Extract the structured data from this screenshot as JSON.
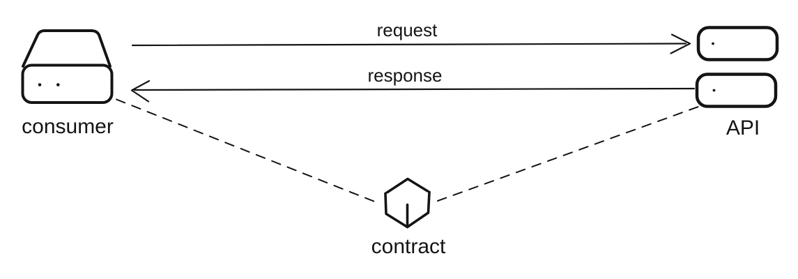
{
  "diagram": {
    "background_color": "#ffffff",
    "stroke_color": "#141414",
    "nodes": {
      "consumer": {
        "label": "consumer",
        "icon": "storage-device-icon"
      },
      "api": {
        "label": "API",
        "icon": "stacked-capsules-icon"
      },
      "contract": {
        "label": "contract",
        "icon": "cube-icon"
      }
    },
    "edges": {
      "request": {
        "label": "request",
        "from": "consumer",
        "to": "api",
        "style": "solid",
        "arrowhead": "open-right"
      },
      "response": {
        "label": "response",
        "from": "api",
        "to": "consumer",
        "style": "solid",
        "arrowhead": "open-left"
      },
      "consumer_contract": {
        "from": "consumer",
        "to": "contract",
        "style": "dashed",
        "arrowhead": "none"
      },
      "api_contract": {
        "from": "api",
        "to": "contract",
        "style": "dashed",
        "arrowhead": "none"
      }
    }
  }
}
